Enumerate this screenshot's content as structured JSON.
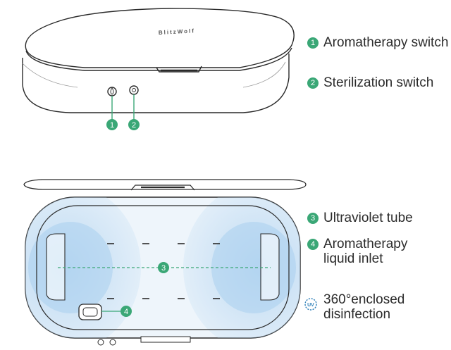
{
  "brand": "BlitzWolf",
  "colors": {
    "accent": "#3aa776",
    "uv_glow": "#bcd9f2",
    "outline": "#2a2a2a"
  },
  "icons": {
    "uv": "uv-shield-icon"
  },
  "callouts": [
    {
      "num": "1",
      "label": "Aromatherapy switch"
    },
    {
      "num": "2",
      "label": "Sterilization switch"
    },
    {
      "num": "3",
      "label": "Ultraviolet tube"
    },
    {
      "num": "4",
      "label": "Aromatherapy liquid inlet"
    },
    {
      "icon": "uv",
      "label": "360°enclosed disinfection",
      "icon_text": "UV"
    }
  ]
}
